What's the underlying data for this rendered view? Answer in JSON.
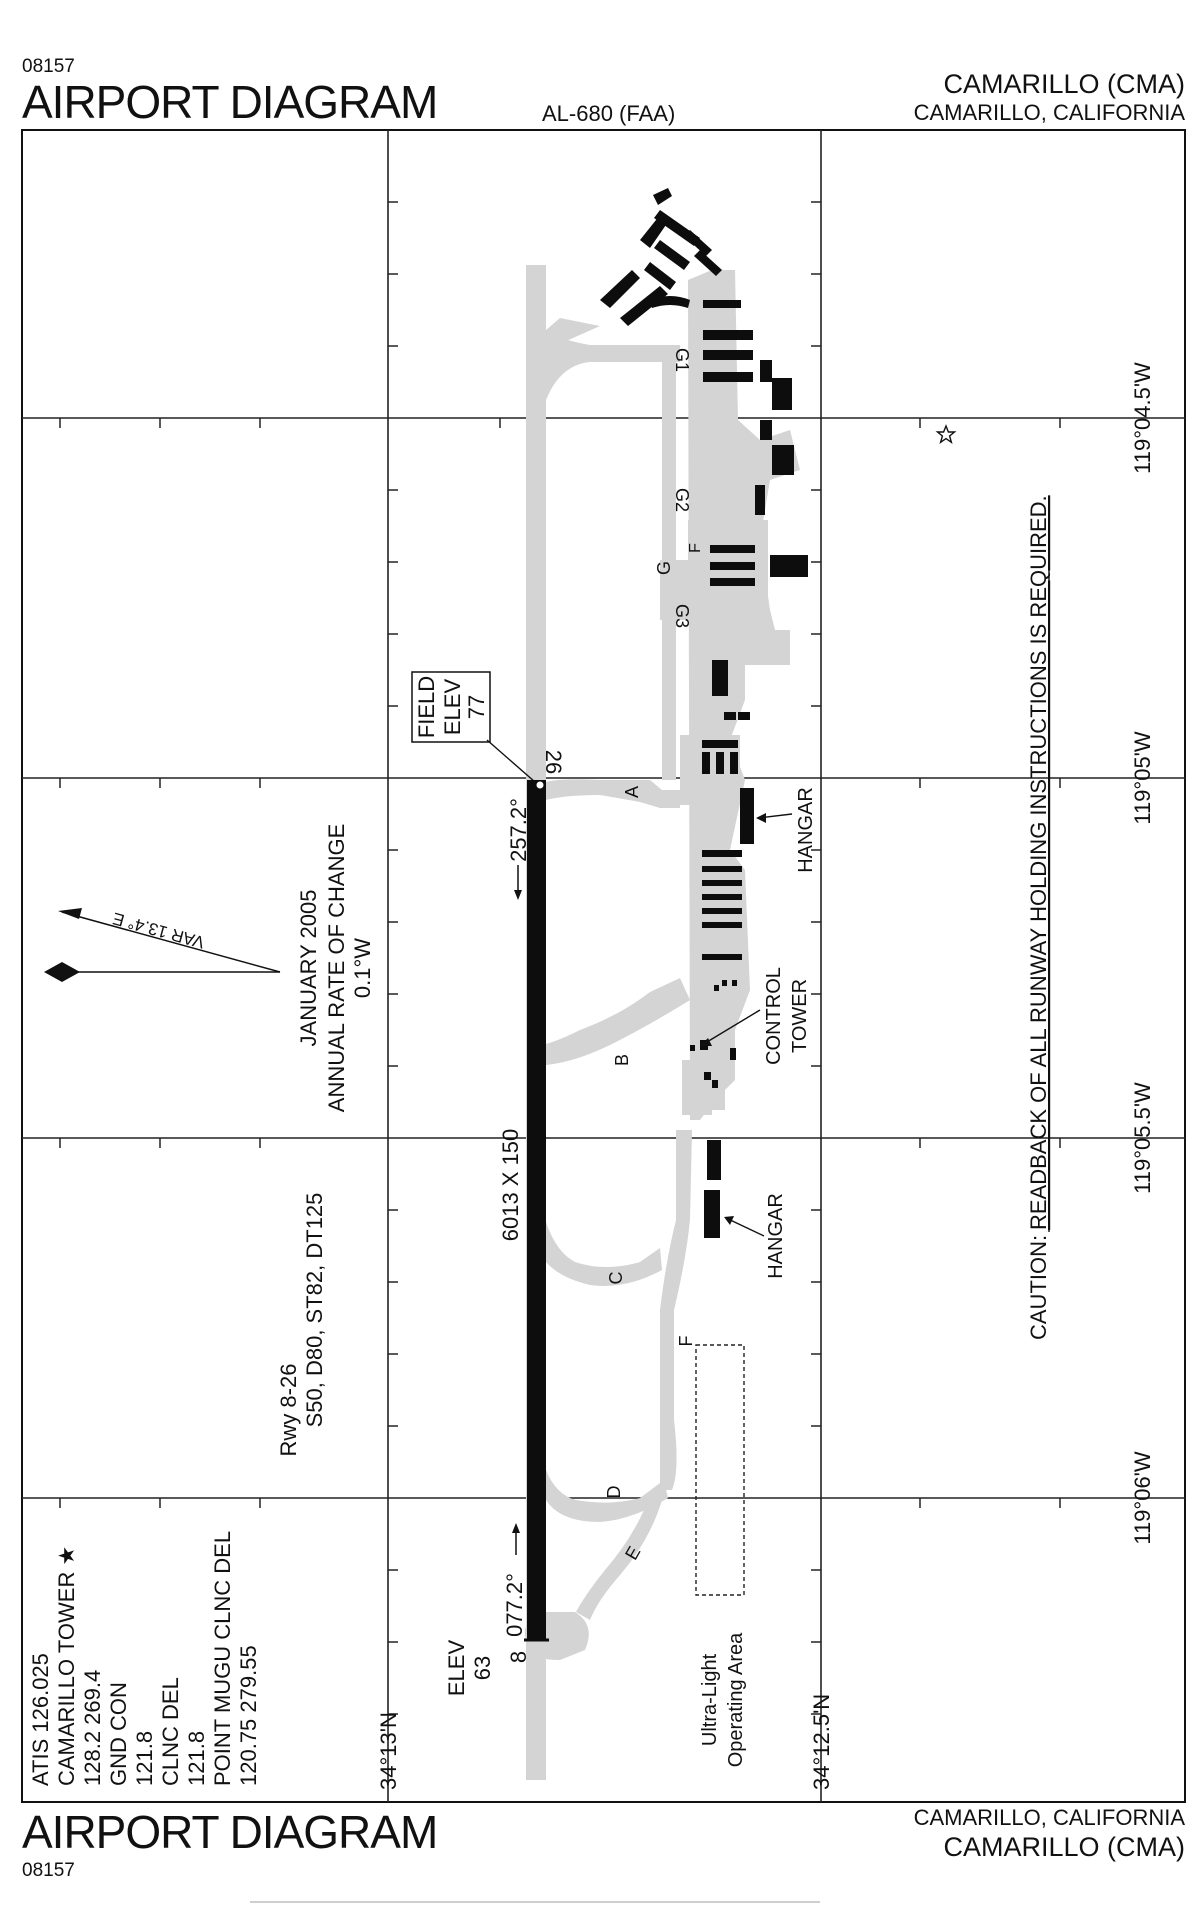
{
  "header": {
    "code_top": "08157",
    "title_top": "AIRPORT DIAGRAM",
    "procedure_id": "AL-680 (FAA)",
    "airport_name_top": "CAMARILLO (CMA)",
    "city_state_top": "CAMARILLO, CALIFORNIA"
  },
  "footer": {
    "title_bottom": "AIRPORT DIAGRAM",
    "code_bottom": "08157",
    "city_state_bottom": "CAMARILLO, CALIFORNIA",
    "airport_name_bottom": "CAMARILLO (CMA)"
  },
  "coordinates": {
    "lat_left": "34°13'N",
    "lat_right": "34°12.5'N",
    "lon_1": "119°04.5'W",
    "lon_2": "119°05'W",
    "lon_3": "119°05.5'W",
    "lon_4": "119°06'W"
  },
  "frequencies": [
    "ATIS 126.025",
    "CAMARILLO TOWER ★",
    "128.2  269.4",
    "GND CON",
    "121.8",
    "CLNC DEL",
    "121.8",
    "POINT MUGU CLNC DEL",
    "120.75  279.55"
  ],
  "variation": {
    "date": "JANUARY 2005",
    "rate_label": "ANNUAL RATE OF CHANGE",
    "rate_value": "0.1°W",
    "var_label": "VAR 13.4° E"
  },
  "runway": {
    "name": "Rwy 8-26",
    "strength": "S50, D80, ST82, DT125",
    "dimensions": "6013 X 150",
    "end_26": "26",
    "end_8": "8",
    "heading_26": "257.2°",
    "heading_8": "077.2°",
    "elev_label": "ELEV",
    "elev_value": "63"
  },
  "field_elev": {
    "label1": "FIELD",
    "label2": "ELEV",
    "value": "77"
  },
  "taxiways": {
    "A": "A",
    "B": "B",
    "C": "C",
    "D": "D",
    "E": "E",
    "F": "F",
    "G": "G",
    "G1": "G1",
    "G2": "G2",
    "G3": "G3"
  },
  "labels": {
    "hangar": "HANGAR",
    "control": "CONTROL",
    "tower": "TOWER",
    "ultralight_1": "Ultra-Light",
    "ultralight_2": "Operating Area",
    "caution_prefix": "CAUTION:",
    "caution_text": "READBACK OF ALL RUNWAY HOLDING INSTRUCTIONS IS REQUIRED."
  },
  "colors": {
    "pavement": "#d4d4d4",
    "runway": "#0d0d0d",
    "buildings": "#0d0d0d",
    "lines": "#222222"
  }
}
